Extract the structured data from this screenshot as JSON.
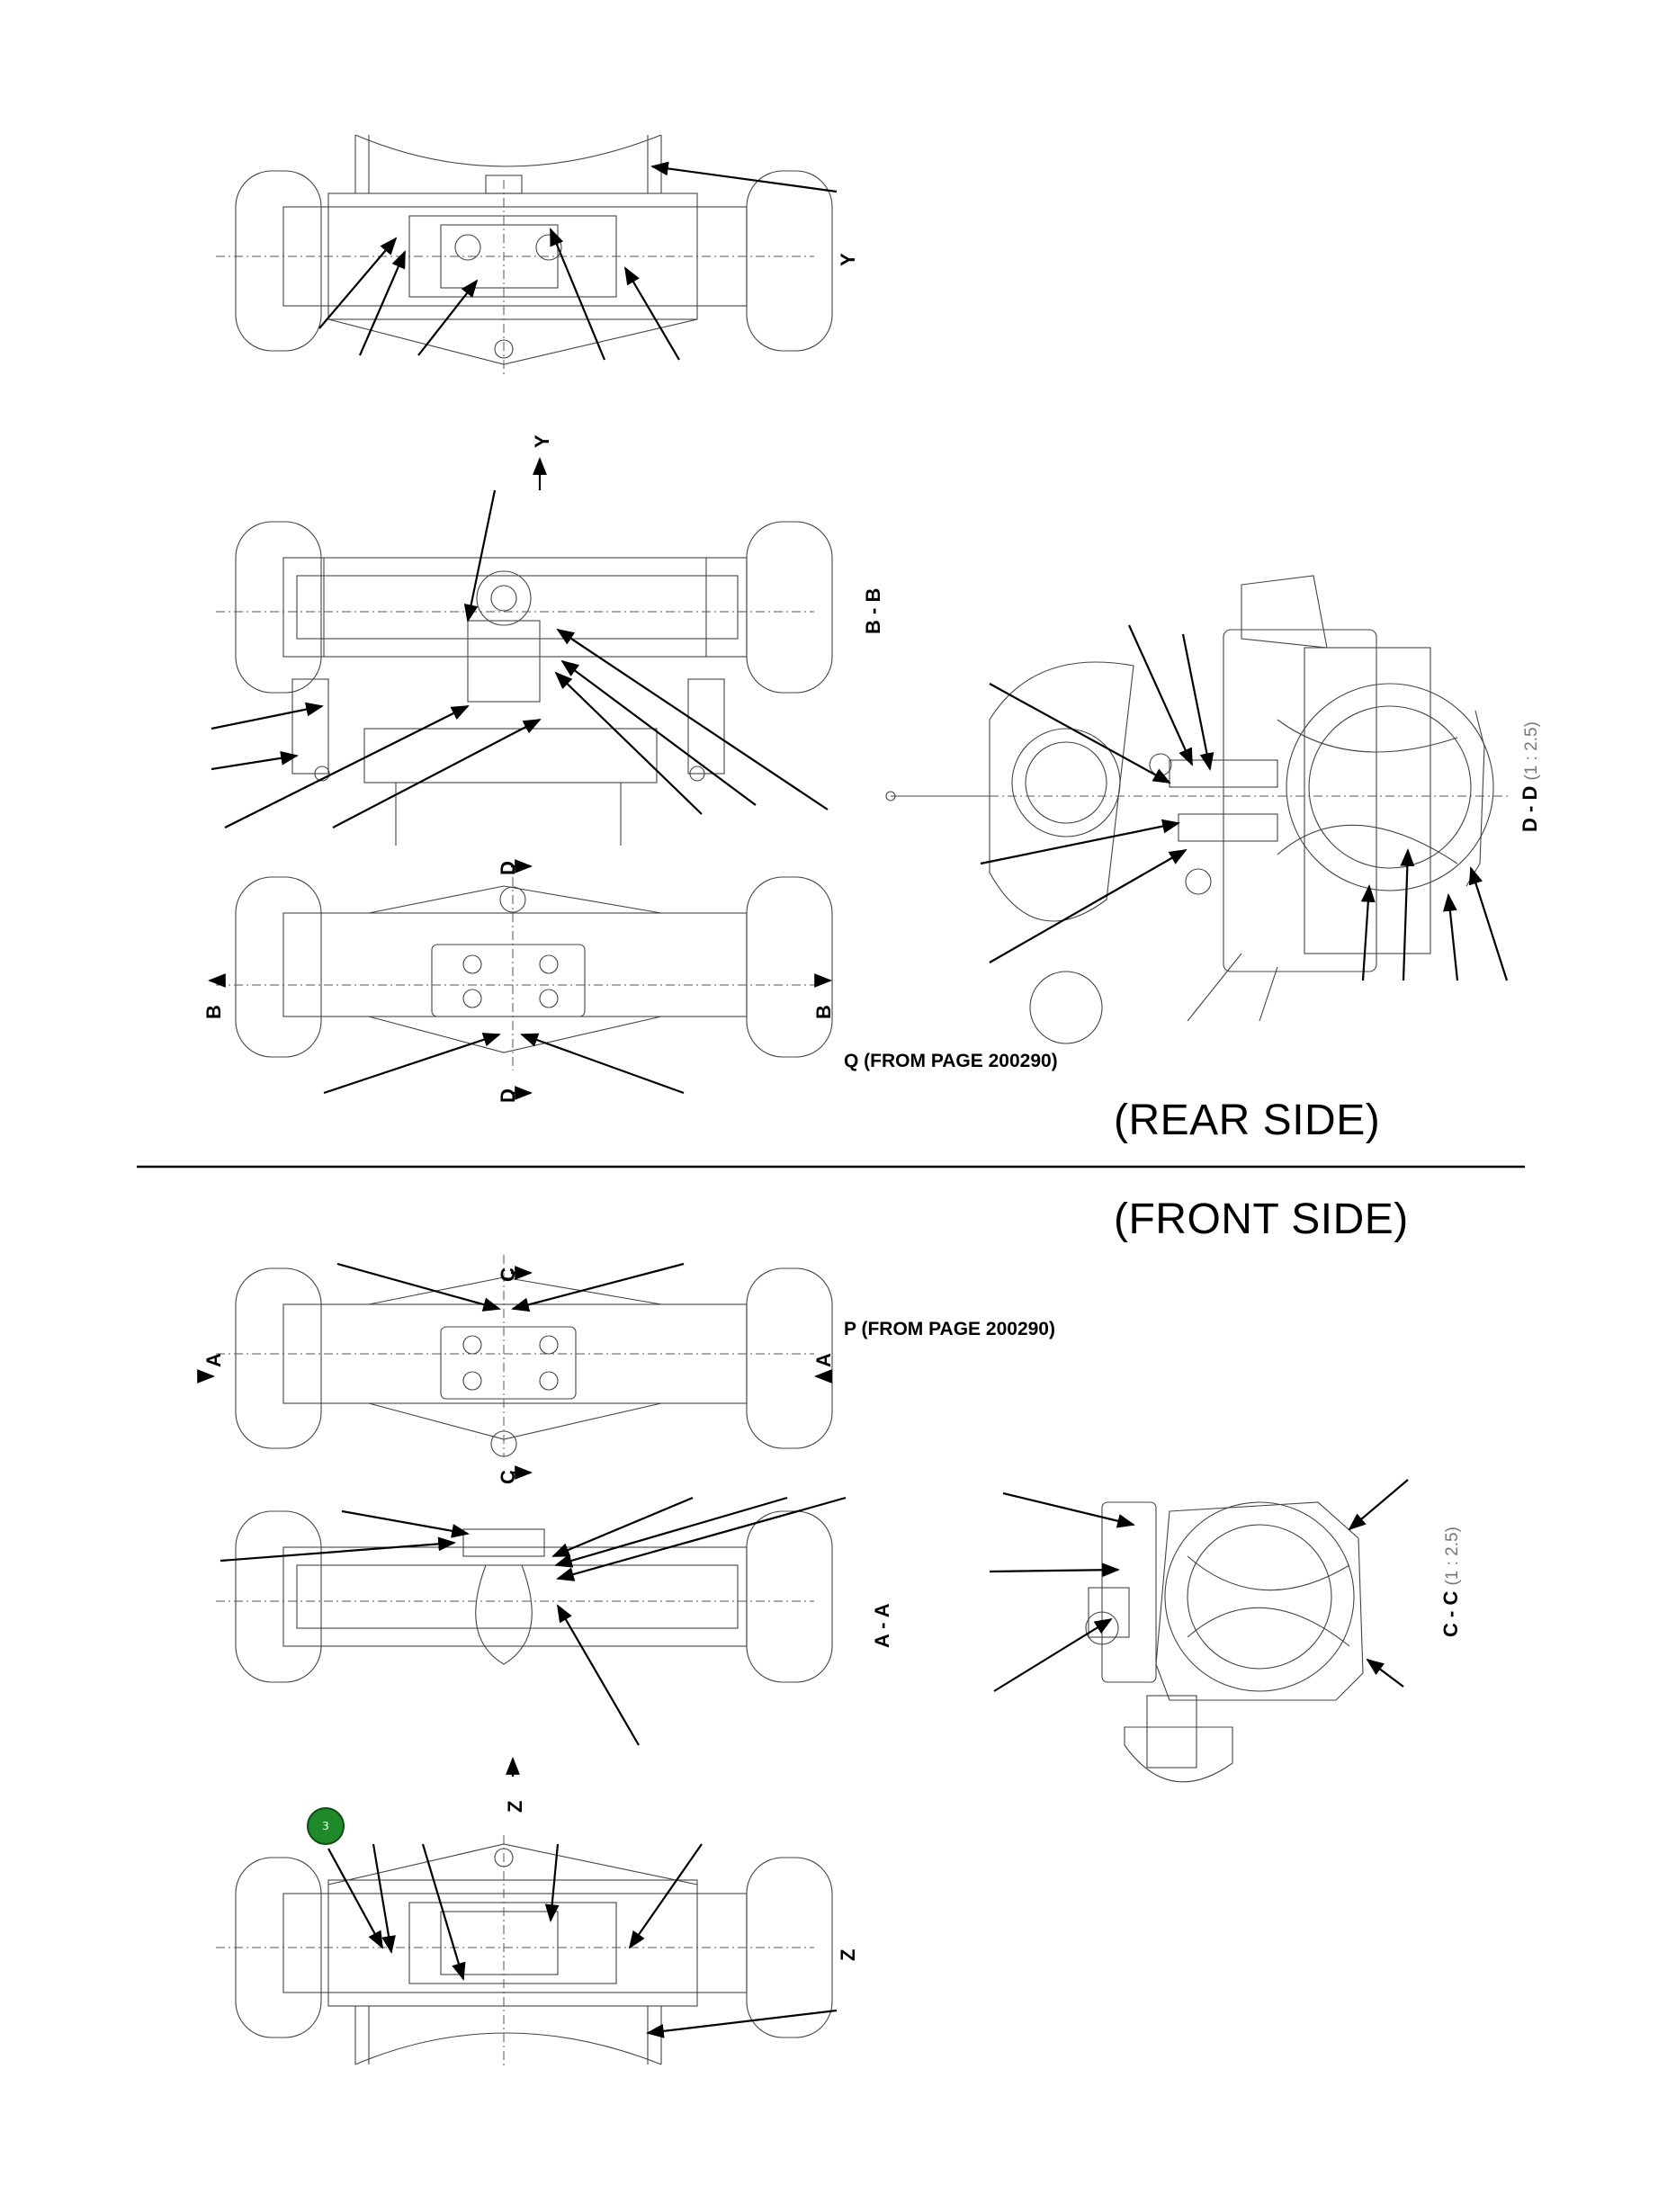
{
  "sections": {
    "rear": "(REAR SIDE)",
    "front": "(FRONT SIDE)"
  },
  "references": {
    "q": "Q (FROM PAGE 200290)",
    "p": "P (FROM PAGE 200290)"
  },
  "view_markers": {
    "y": "Y",
    "z": "Z",
    "a": "A",
    "b": "B",
    "c": "C",
    "d": "D"
  },
  "section_views": {
    "bb": "B - B",
    "aa": "A - A",
    "dd": "D - D",
    "cc": "C - C",
    "scale": "(1 : 2.5)"
  },
  "callout_badge": "3",
  "icons": [
    "leader-arrow",
    "view-direction-arrow",
    "callout-badge"
  ]
}
